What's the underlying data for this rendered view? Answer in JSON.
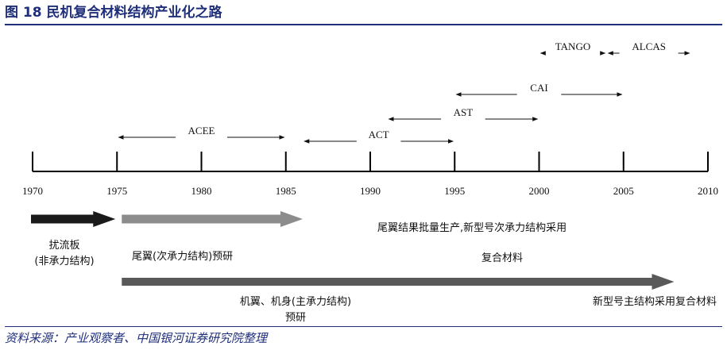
{
  "figure": {
    "title": "图 18 民机复合材料结构产业化之路",
    "source": "资料来源：产业观察者、中国银河证券研究院整理"
  },
  "timeline": {
    "years": [
      "1970",
      "1975",
      "1980",
      "1985",
      "1990",
      "1995",
      "2000",
      "2005",
      "2010"
    ]
  },
  "programs": [
    {
      "label": "ACEE",
      "start": 1975,
      "end": 1985
    },
    {
      "label": "ACT",
      "start": 1986,
      "end": 1995
    },
    {
      "label": "AST",
      "start": 1991,
      "end": 2000
    },
    {
      "label": "CAI",
      "start": 1995,
      "end": 2005
    },
    {
      "label": "TANGO",
      "start": 2000,
      "end": 2004
    },
    {
      "label": "ALCAS",
      "start": 2004,
      "end": 2009
    }
  ],
  "phases": [
    {
      "line1": "扰流板",
      "line2": "(非承力结构)",
      "color": "#1a1a1a",
      "start": 1970,
      "end": 1975
    },
    {
      "line1": "尾翼(次承力结构)预研",
      "line2": "",
      "color": "#8c8c8c",
      "start": 1975,
      "end": 1986
    },
    {
      "line1": "机翼、机身(主承力结构)",
      "line2": "预研",
      "color": "#595959",
      "start": 1975,
      "end": 2008
    }
  ],
  "annotations": {
    "tail_production": "尾翼结果批量生产,新型号次承力结构采用",
    "composite": "复合材料",
    "main_structure": "新型号主结构采用复合材料"
  }
}
